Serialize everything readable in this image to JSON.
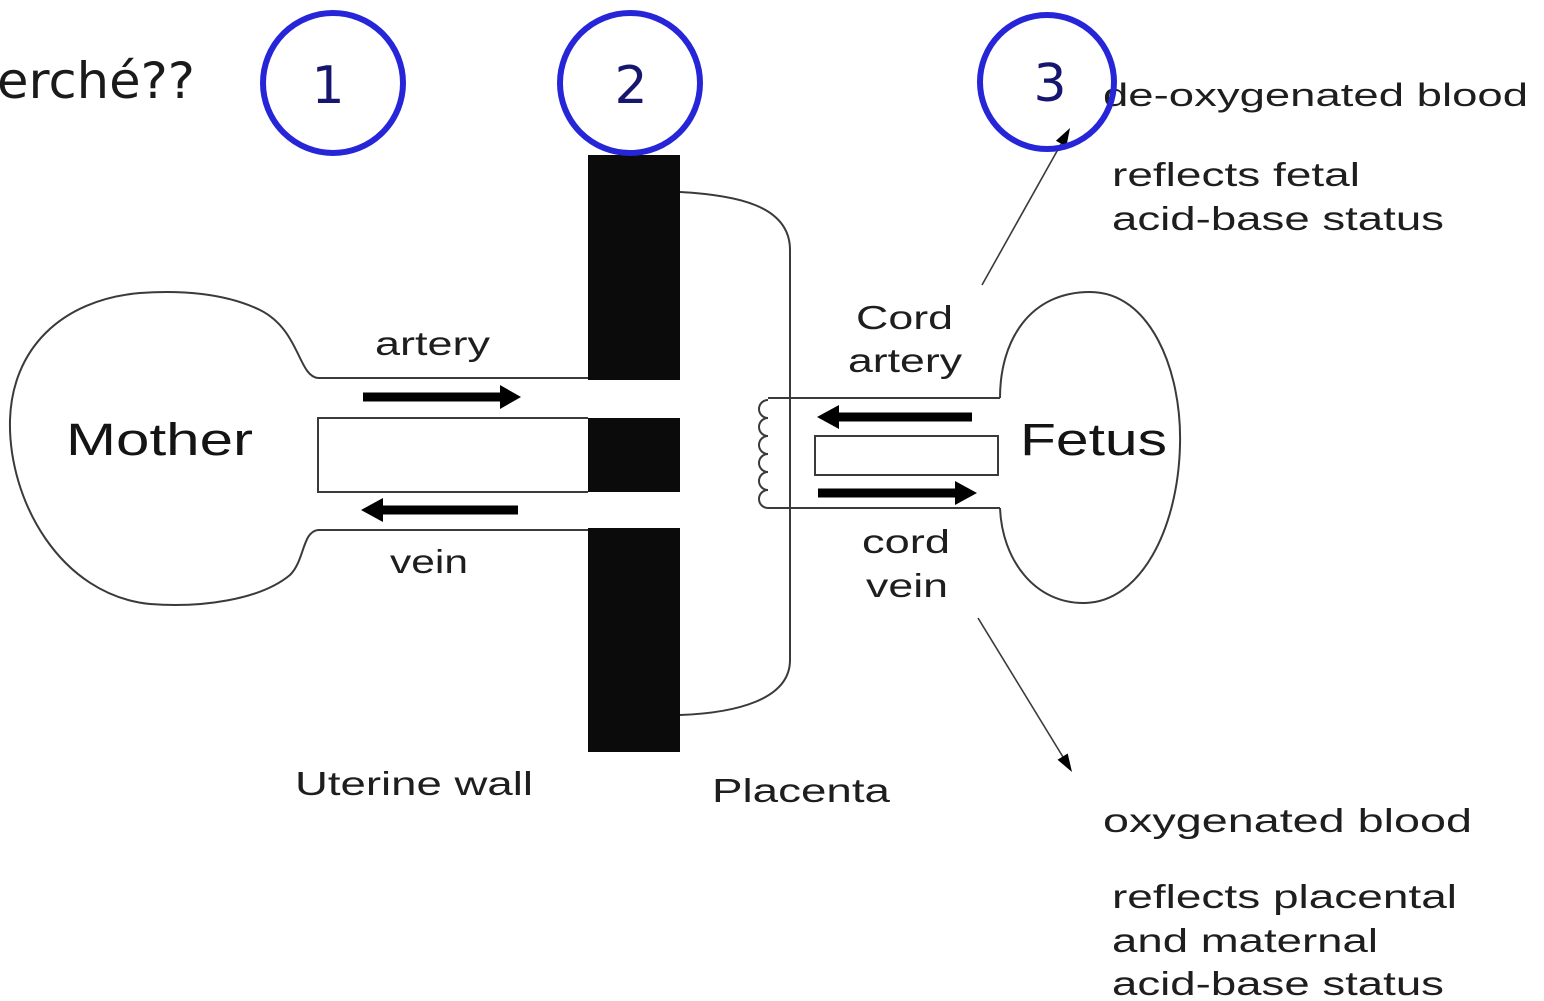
{
  "title_fragment": "erché??",
  "markers": [
    {
      "label": "1"
    },
    {
      "label": "2"
    },
    {
      "label": "3"
    }
  ],
  "colors": {
    "marker_stroke": "#2626d8",
    "marker_text": "#16166e"
  },
  "labels": {
    "deoxygenated": "de-oxygenated blood",
    "fetal_note": [
      "reflects fetal",
      "acid-base status"
    ],
    "mother": "Mother",
    "mother_artery": "artery",
    "mother_vein": "vein",
    "uterine_wall": "Uterine wall",
    "placenta": "Placenta",
    "cord_artery": [
      "Cord",
      "artery"
    ],
    "cord_vein": [
      "cord",
      "vein"
    ],
    "fetus": "Fetus",
    "oxygenated": "oxygenated blood",
    "placental_note": [
      "reflects placental",
      "and maternal",
      "acid-base status"
    ]
  }
}
